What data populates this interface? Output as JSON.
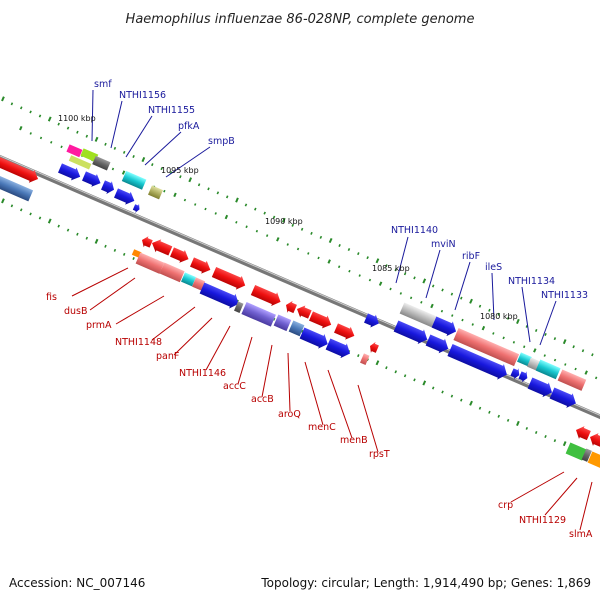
{
  "header": {
    "title": "Haemophilus influenzae 86-028NP, complete genome"
  },
  "footer": {
    "accession": "Accession: NC_007146",
    "summary": "Topology: circular; Length: 1,914,490 bp; Genes: 1,869"
  },
  "colors": {
    "backbone": "#777777",
    "tick": "#2a8a2a",
    "top_label": "#1a1a9c",
    "bottom_label": "#b80000",
    "gene_red": "#ee1111",
    "gene_blue": "#1e1ed8",
    "gene_pink": "#f08080",
    "gene_cyan": "#20c0c8",
    "gene_gray": "#b8b8b8"
  },
  "scale_labels": [
    "1100 kbp",
    "1095 kbp",
    "1090 kbp",
    "1085 kbp",
    "1080 kbp"
  ],
  "top_labels": [
    "smf",
    "NTHI1156",
    "NTHI1155",
    "pfkA",
    "smpB",
    "NTHI1140",
    "mviN",
    "ribF",
    "ileS",
    "NTHI1134",
    "NTHI1133"
  ],
  "bottom_labels": [
    "fis",
    "dusB",
    "prmA",
    "NTHI1148",
    "panF",
    "NTHI1146",
    "accC",
    "accB",
    "aroQ",
    "menC",
    "menB",
    "rpsT",
    "crp",
    "NTHI1129",
    "slmA"
  ]
}
